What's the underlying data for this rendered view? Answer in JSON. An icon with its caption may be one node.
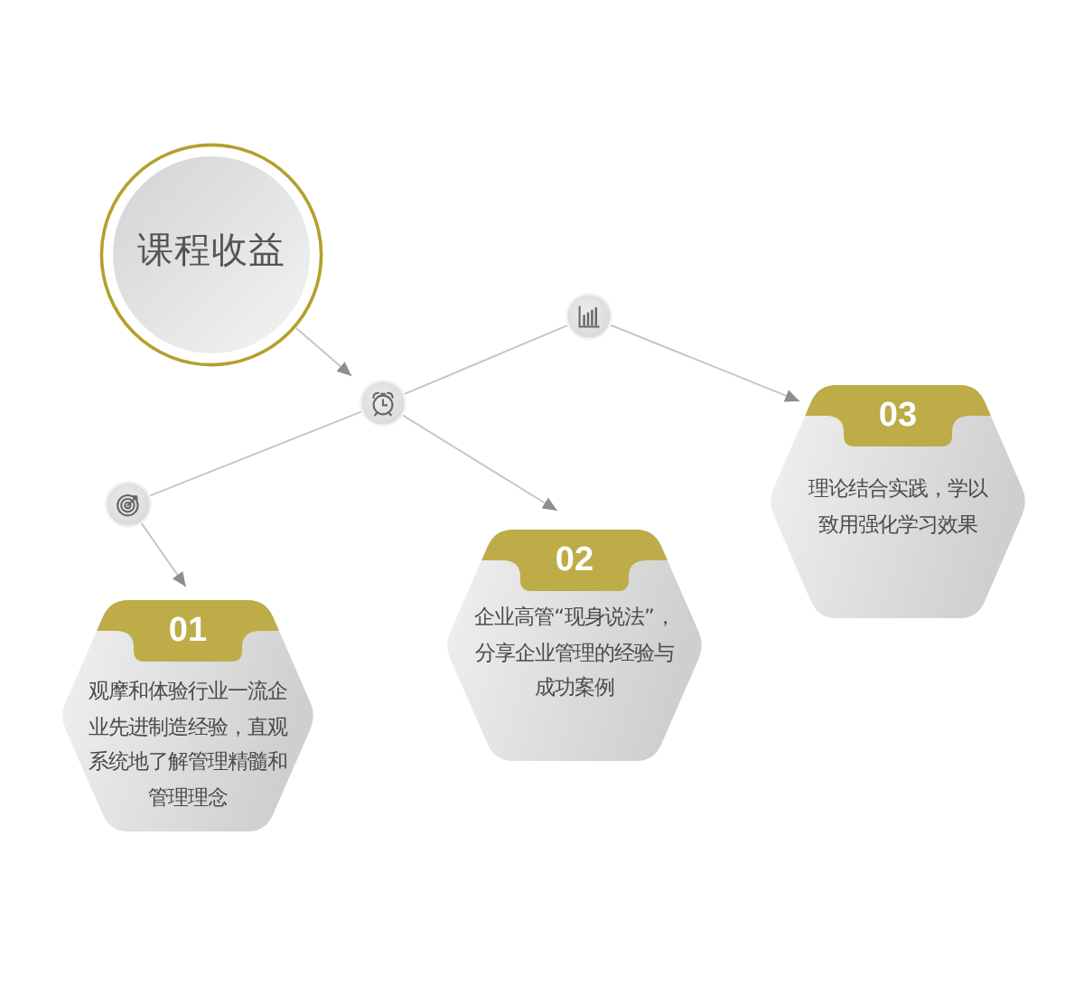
{
  "diagram": {
    "nodes": [
      {
        "text": [
          "课程收益"
        ]
      },
      {
        "text": [],
        "shape": "circle"
      },
      {
        "text": [],
        "shape": "circle"
      },
      {
        "text": [],
        "shape": "circle"
      },
      {
        "text": [
          "01",
          "观摩和体验行业一流企业先进制造经验，直观系统地了解管理精髓和管理理念"
        ]
      },
      {
        "text": [
          "02",
          "企业高管“现身说法”，分享企业管理的经验与成功案例"
        ]
      },
      {
        "text": [
          "03",
          "理论结合实践，学以致用强化学习效果"
        ]
      }
    ],
    "edges": [
      {
        "from": 0,
        "to": 1,
        "arrow": "to"
      },
      {
        "from": 1,
        "to": 2,
        "arrow": "none"
      },
      {
        "from": 2,
        "to": 6,
        "arrow": "to"
      },
      {
        "from": 1,
        "to": 3,
        "arrow": "none"
      },
      {
        "from": 3,
        "to": 4,
        "arrow": "to"
      },
      {
        "from": 1,
        "to": 5,
        "arrow": "to"
      }
    ]
  }
}
